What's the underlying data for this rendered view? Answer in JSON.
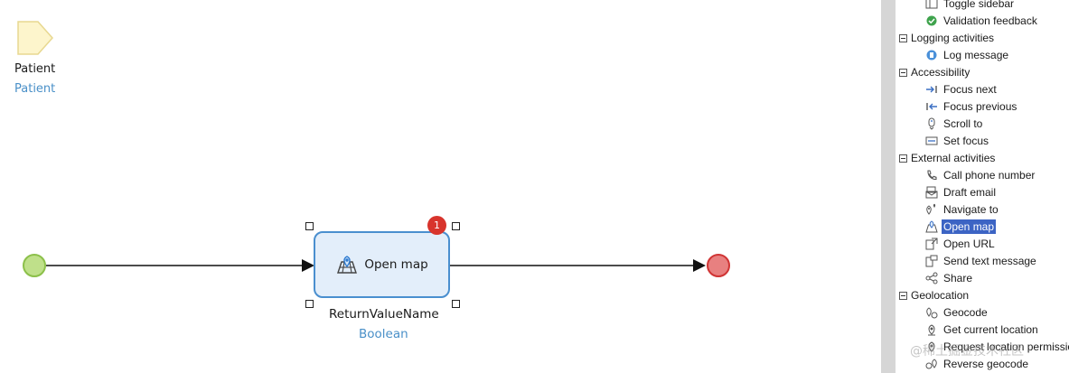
{
  "canvas": {
    "parameter": {
      "name": "Patient",
      "type": "Patient"
    },
    "activity": {
      "label": "Open map",
      "icon": "map-pin-icon",
      "error_count": "1"
    },
    "output": {
      "name": "ReturnValueName",
      "type": "Boolean"
    },
    "start_event": {
      "color": "#bfe08a"
    },
    "end_event": {
      "color": "#e88080"
    }
  },
  "toolbox": {
    "items": [
      {
        "kind": "item",
        "label": "Toggle sidebar",
        "icon": "toggle-sidebar-icon"
      },
      {
        "kind": "item",
        "label": "Validation feedback",
        "icon": "validation-feedback-icon"
      },
      {
        "kind": "category",
        "label": "Logging activities"
      },
      {
        "kind": "item",
        "label": "Log message",
        "icon": "log-message-icon"
      },
      {
        "kind": "category",
        "label": "Accessibility"
      },
      {
        "kind": "item",
        "label": "Focus next",
        "icon": "focus-next-icon"
      },
      {
        "kind": "item",
        "label": "Focus previous",
        "icon": "focus-previous-icon"
      },
      {
        "kind": "item",
        "label": "Scroll to",
        "icon": "scroll-to-icon"
      },
      {
        "kind": "item",
        "label": "Set focus",
        "icon": "set-focus-icon"
      },
      {
        "kind": "category",
        "label": "External activities"
      },
      {
        "kind": "item",
        "label": "Call phone number",
        "icon": "phone-icon"
      },
      {
        "kind": "item",
        "label": "Draft email",
        "icon": "email-icon"
      },
      {
        "kind": "item",
        "label": "Navigate to",
        "icon": "navigate-icon"
      },
      {
        "kind": "item",
        "label": "Open map",
        "icon": "map-icon",
        "selected": true
      },
      {
        "kind": "item",
        "label": "Open URL",
        "icon": "open-url-icon"
      },
      {
        "kind": "item",
        "label": "Send text message",
        "icon": "text-message-icon"
      },
      {
        "kind": "item",
        "label": "Share",
        "icon": "share-icon"
      },
      {
        "kind": "category",
        "label": "Geolocation"
      },
      {
        "kind": "item",
        "label": "Geocode",
        "icon": "geocode-icon"
      },
      {
        "kind": "item",
        "label": "Get current location",
        "icon": "current-location-icon"
      },
      {
        "kind": "item",
        "label": "Request location permission",
        "icon": "location-permission-icon"
      },
      {
        "kind": "item",
        "label": "Reverse geocode",
        "icon": "reverse-geocode-icon"
      }
    ],
    "selection_color": "#3c64c4"
  },
  "watermark": "@稀土掘金技术社区"
}
